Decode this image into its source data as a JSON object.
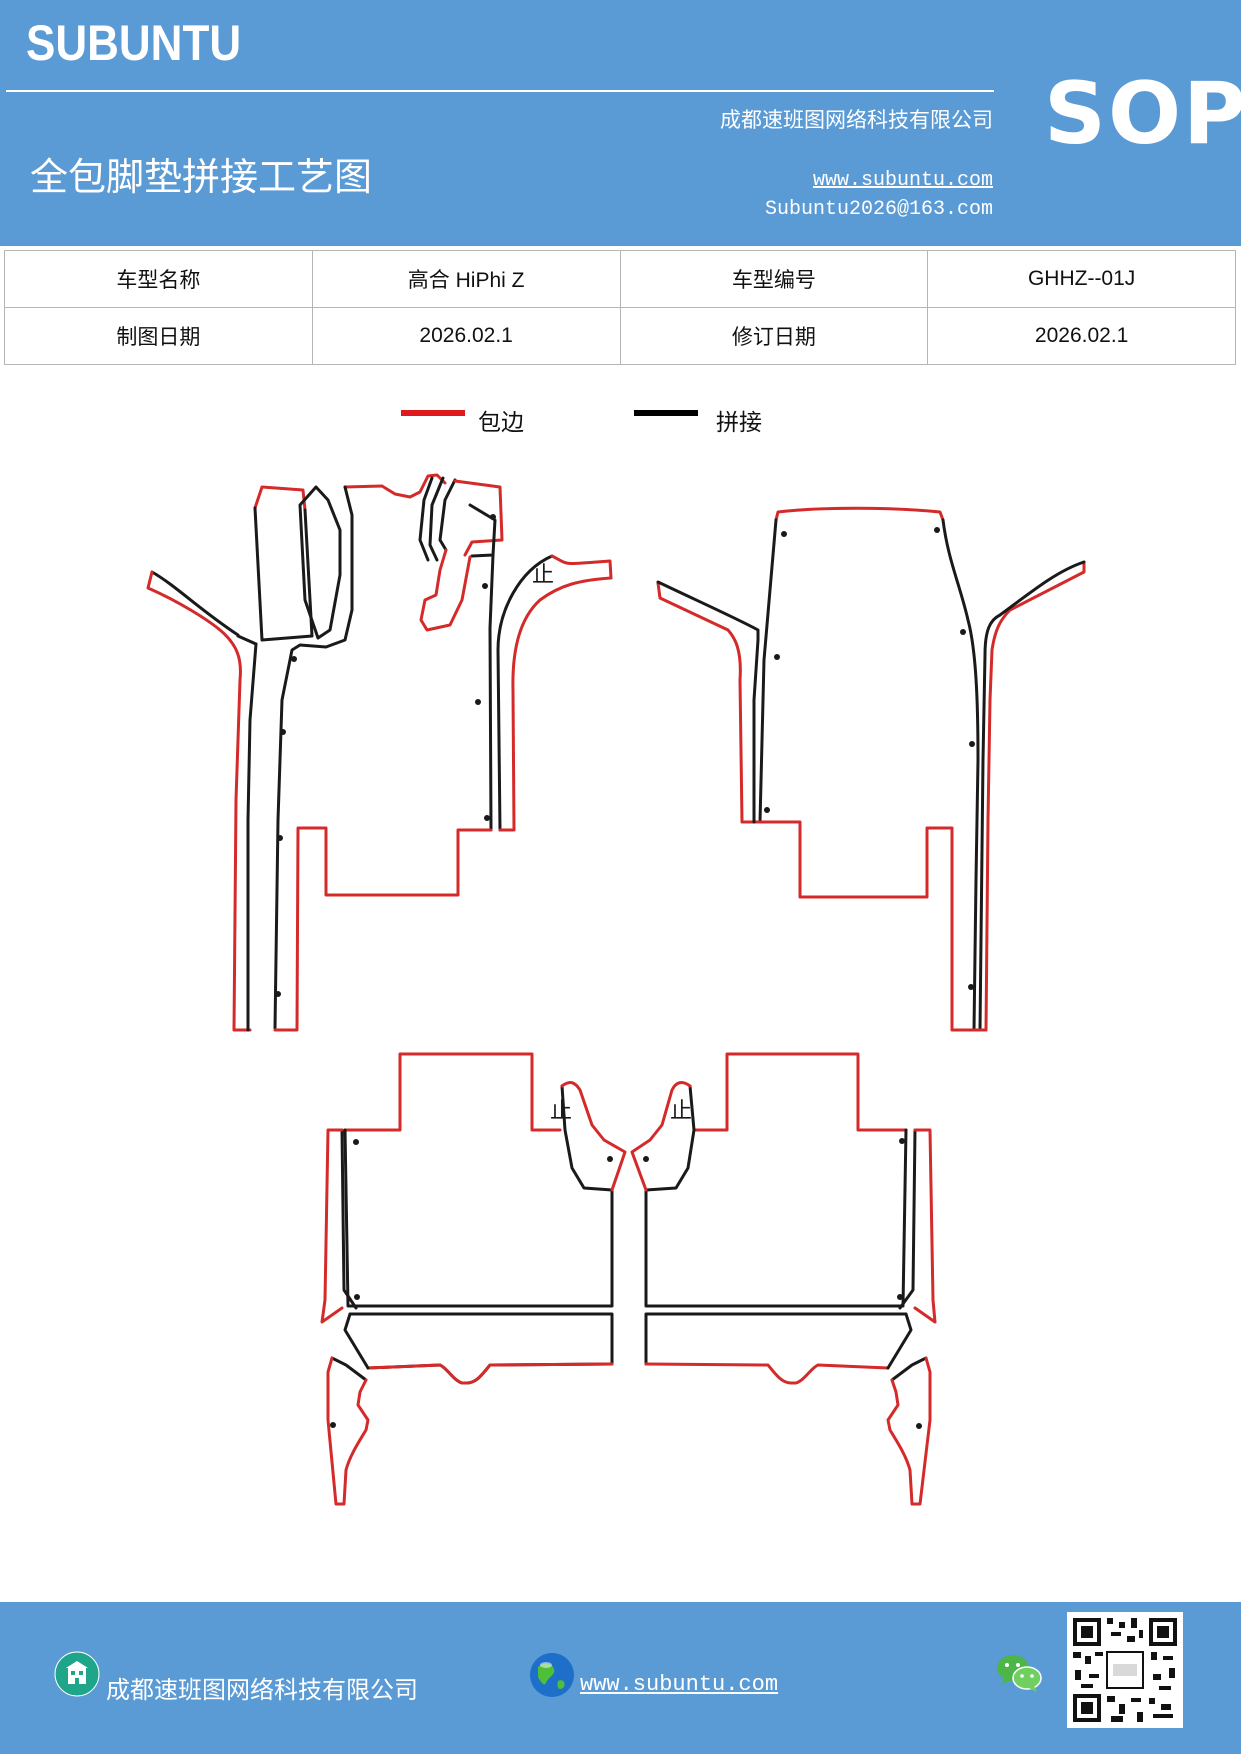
{
  "header": {
    "logo": "SUBUNTU",
    "company": "成都速班图网络科技有限公司",
    "title": "全包脚垫拼接工艺图",
    "website": "www.subuntu.com",
    "email": "Subuntu2026@163.com",
    "badge": "SOP"
  },
  "info_table": {
    "rows": [
      [
        {
          "label": "车型名称"
        },
        {
          "value": "高合 HiPhi Z"
        },
        {
          "label": "车型编号"
        },
        {
          "value": "GHHZ--01J"
        }
      ],
      [
        {
          "label": "制图日期"
        },
        {
          "value": "2026.02.1"
        },
        {
          "label": "修订日期"
        },
        {
          "value": "2026.02.1"
        }
      ]
    ]
  },
  "legend": {
    "items": [
      {
        "label": "包边",
        "color": "#e0191f"
      },
      {
        "label": "拼接",
        "color": "#000000"
      }
    ]
  },
  "drawing": {
    "stop_marks": [
      "止",
      "止",
      "止"
    ],
    "edge_color": "#d42a2a",
    "seam_color": "#1a1a1a"
  },
  "footer": {
    "company": "成都速班图网络科技有限公司",
    "website": "www.subuntu.com",
    "icons": [
      "building-icon",
      "globe-icon",
      "wechat-icon",
      "qr-code"
    ]
  }
}
